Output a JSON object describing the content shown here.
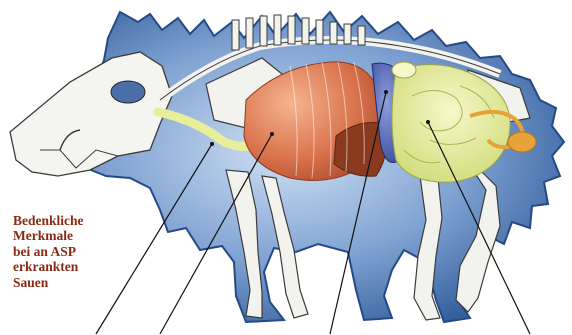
{
  "caption": {
    "lines": [
      "Bedenkliche",
      "Merkmale",
      "bei an ASP",
      "erkrankten",
      "Sauen"
    ]
  },
  "colors": {
    "background": "#ffffff",
    "silhouette": "#2f5a98",
    "silhouette_glow": "#a9c4e6",
    "bone": "#f2f2ee",
    "bone_outline": "#3b3b3b",
    "heart_lungs": "#d9714a",
    "liver": "#8a3a1e",
    "spleen": "#3e4fa8",
    "intestines": "#e8ef9a",
    "bladder_ducts": "#e8a23a",
    "caption_text": "#8a2a14",
    "leader_lines": "#111111"
  },
  "icons": [
    "wild-boar-anatomy-illustration"
  ]
}
